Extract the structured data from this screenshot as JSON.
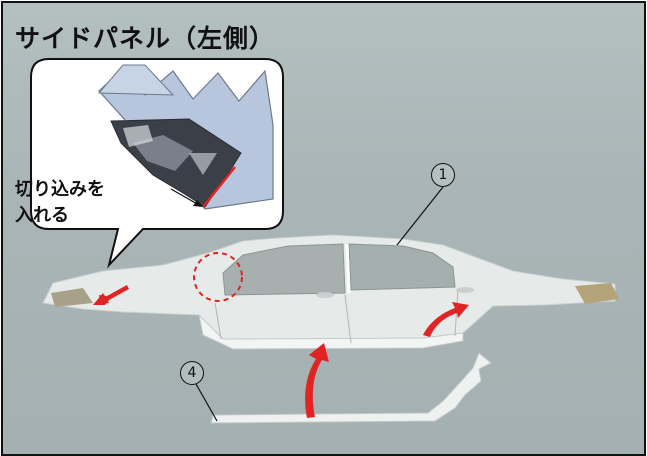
{
  "title": "サイドパネル（左側）",
  "callout": {
    "line1": "切り込みを",
    "line2": "入れる"
  },
  "part_numbers": {
    "upper": "1",
    "lower": "4"
  },
  "colors": {
    "frame_border": "#111111",
    "background": "#aab6b7",
    "arrow": "#e02424",
    "cut_line": "#e02424",
    "dashed_circle": "#e02424"
  }
}
